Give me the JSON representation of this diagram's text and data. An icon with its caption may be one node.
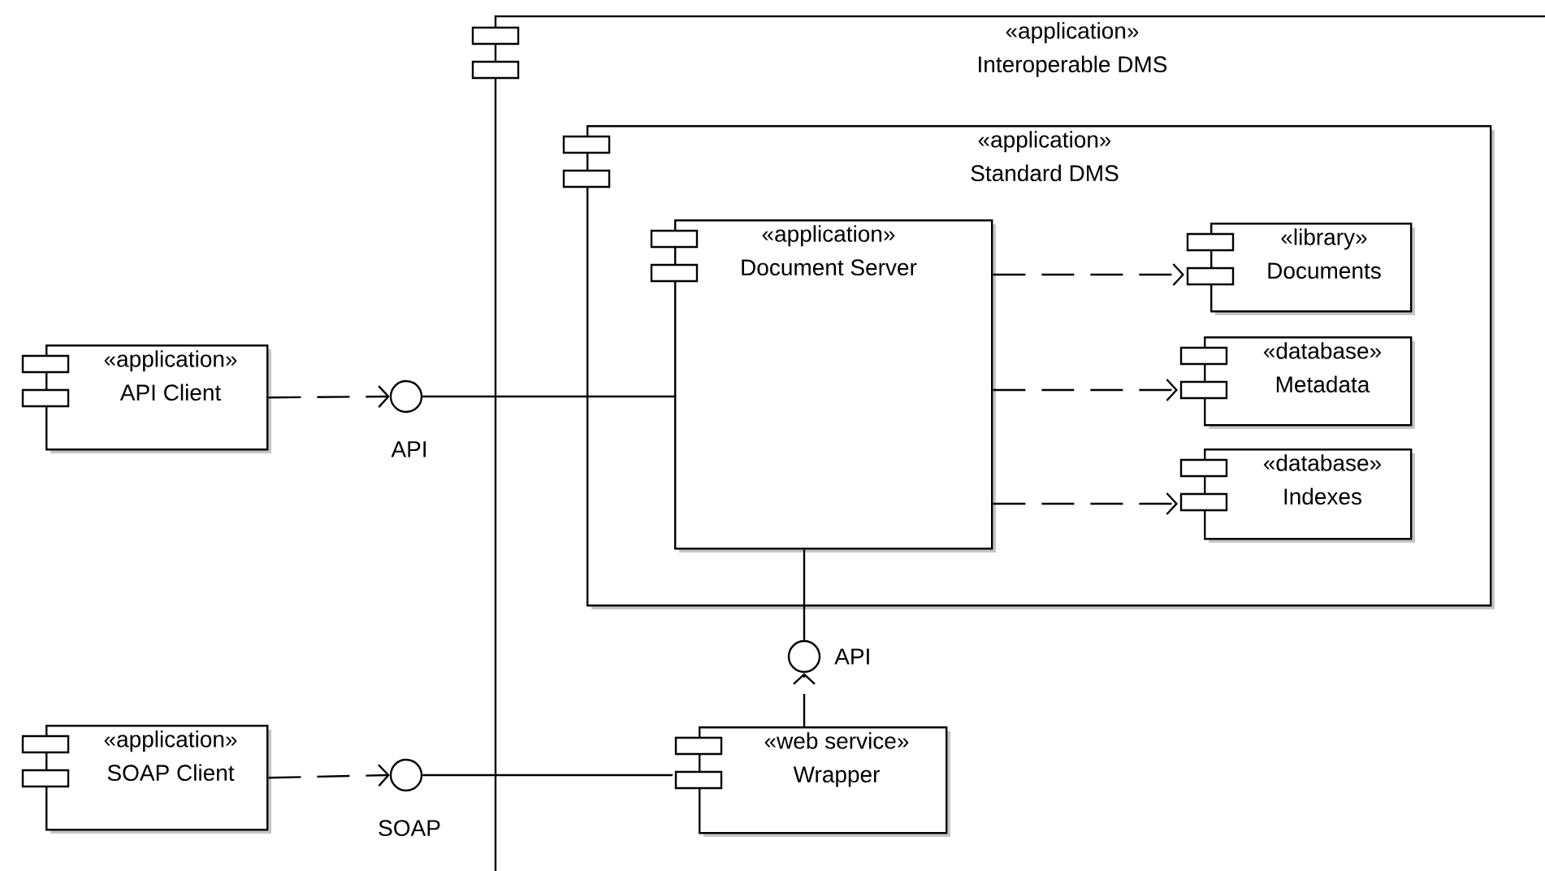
{
  "diagram": {
    "nodes": [
      {
        "text": [
          "«application»",
          "Interoperable DMS"
        ]
      },
      {
        "text": [
          "«application»",
          "Standard DMS"
        ],
        "in": 0
      },
      {
        "text": [
          "«application»",
          "Document Server"
        ],
        "in": 1
      },
      {
        "text": [
          "«library»",
          "Documents"
        ],
        "in": 1
      },
      {
        "text": [
          "«database»",
          "Metadata"
        ],
        "in": 1
      },
      {
        "text": [
          "«database»",
          "Indexes"
        ],
        "in": 1
      },
      {
        "text": [
          "«application»",
          "API Client"
        ]
      },
      {
        "text": [],
        "shape": "circle",
        "beside": [
          "API"
        ]
      },
      {
        "text": [],
        "shape": "circle",
        "beside": [
          "API"
        ],
        "in": 0
      },
      {
        "text": [
          "«application»",
          "SOAP Client"
        ]
      },
      {
        "text": [],
        "shape": "circle",
        "beside": [
          "SOAP"
        ]
      },
      {
        "text": [
          "«web service»",
          "Wrapper"
        ],
        "in": 0
      }
    ],
    "edges": [
      {
        "from": 6,
        "to": 7,
        "arrow": "to",
        "style": "dashed"
      },
      {
        "from": 7,
        "to": 2,
        "arrow": "none"
      },
      {
        "from": 2,
        "to": 3,
        "arrow": "to",
        "style": "dashed"
      },
      {
        "from": 2,
        "to": 4,
        "arrow": "to",
        "style": "dashed"
      },
      {
        "from": 2,
        "to": 5,
        "arrow": "to",
        "style": "dashed"
      },
      {
        "from": 2,
        "to": 8,
        "arrow": "none"
      },
      {
        "from": 11,
        "to": 8,
        "arrow": "to",
        "style": "dashed"
      },
      {
        "from": 9,
        "to": 10,
        "arrow": "to",
        "style": "dashed"
      },
      {
        "from": 10,
        "to": 11,
        "arrow": "none"
      }
    ]
  }
}
